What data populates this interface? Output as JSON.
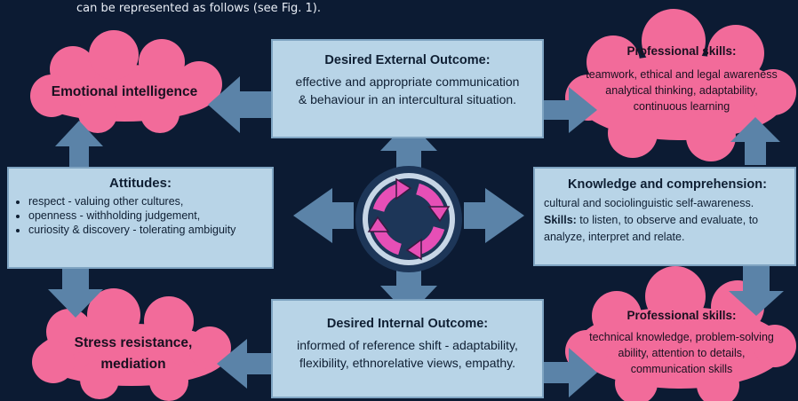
{
  "caption": "can be represented as follows (see Fig. 1).",
  "colors": {
    "background": "#0c1b33",
    "box_fill": "#b8d4e7",
    "cloud_fill": "#f26b9a",
    "arrow": "#5b83a8",
    "cycle": "#e64fb6"
  },
  "external_outcome": {
    "title": "Desired External Outcome:",
    "lines": [
      "effective and appropriate communication",
      "& behaviour in an intercultural situation."
    ]
  },
  "internal_outcome": {
    "title": "Desired Internal Outcome:",
    "lines": [
      "informed of reference shift -  adaptability,",
      "flexibility, ethnorelative views, empathy."
    ]
  },
  "attitudes": {
    "title": "Attitudes:",
    "items": [
      "respect - valuing other cultures,",
      "openness - withholding judgement,",
      "curiosity & discovery - tolerating ambiguity"
    ]
  },
  "knowledge": {
    "title": "Knowledge and comprehension:",
    "line1": "cultural and sociolinguistic self-awareness.",
    "skills_label": "Skills:",
    "skills_text": " to listen, to observe and evaluate, to",
    "line3": "analyze, interpret and relate."
  },
  "emotional": {
    "title": "Emotional intelligence"
  },
  "stress": {
    "line1": "Stress resistance,",
    "line2": "mediation"
  },
  "prof_top": {
    "title": "Professional skills:",
    "lines": [
      "teamwork, ethical and legal awareness",
      "analytical thinking, adaptability,",
      "continuous learning"
    ]
  },
  "prof_bottom": {
    "title": "Professional skills:",
    "lines": [
      "technical knowledge, problem-solving",
      "ability, attention to details,",
      "communication skills"
    ]
  },
  "icons": {
    "center": "cycle-arrows-icon"
  }
}
